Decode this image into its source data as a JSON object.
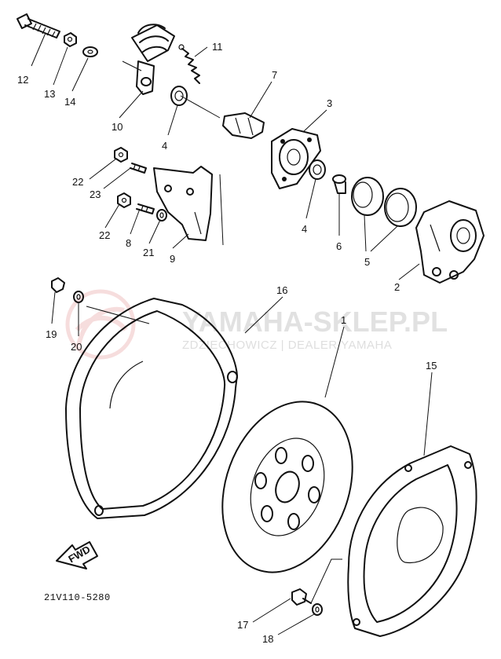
{
  "watermark": {
    "title": "YAMAHA-SKLEP.PL",
    "subtitle": "ZDZIECHOWICZ | DEALER YAMAHA",
    "brand_color": "#e8a0a0"
  },
  "diagram_code": "21V110-5280",
  "direction_label": "FWD",
  "callouts": {
    "c1": "1",
    "c2": "2",
    "c3": "3",
    "c4a": "4",
    "c4b": "4",
    "c5": "5",
    "c6": "6",
    "c7": "7",
    "c8": "8",
    "c9": "9",
    "c10": "10",
    "c11": "11",
    "c12": "12",
    "c13": "13",
    "c14": "14",
    "c15": "15",
    "c16": "16",
    "c17": "17",
    "c18": "18",
    "c19": "19",
    "c20": "20",
    "c21": "21",
    "c22a": "22",
    "c22b": "22",
    "c23": "23"
  }
}
